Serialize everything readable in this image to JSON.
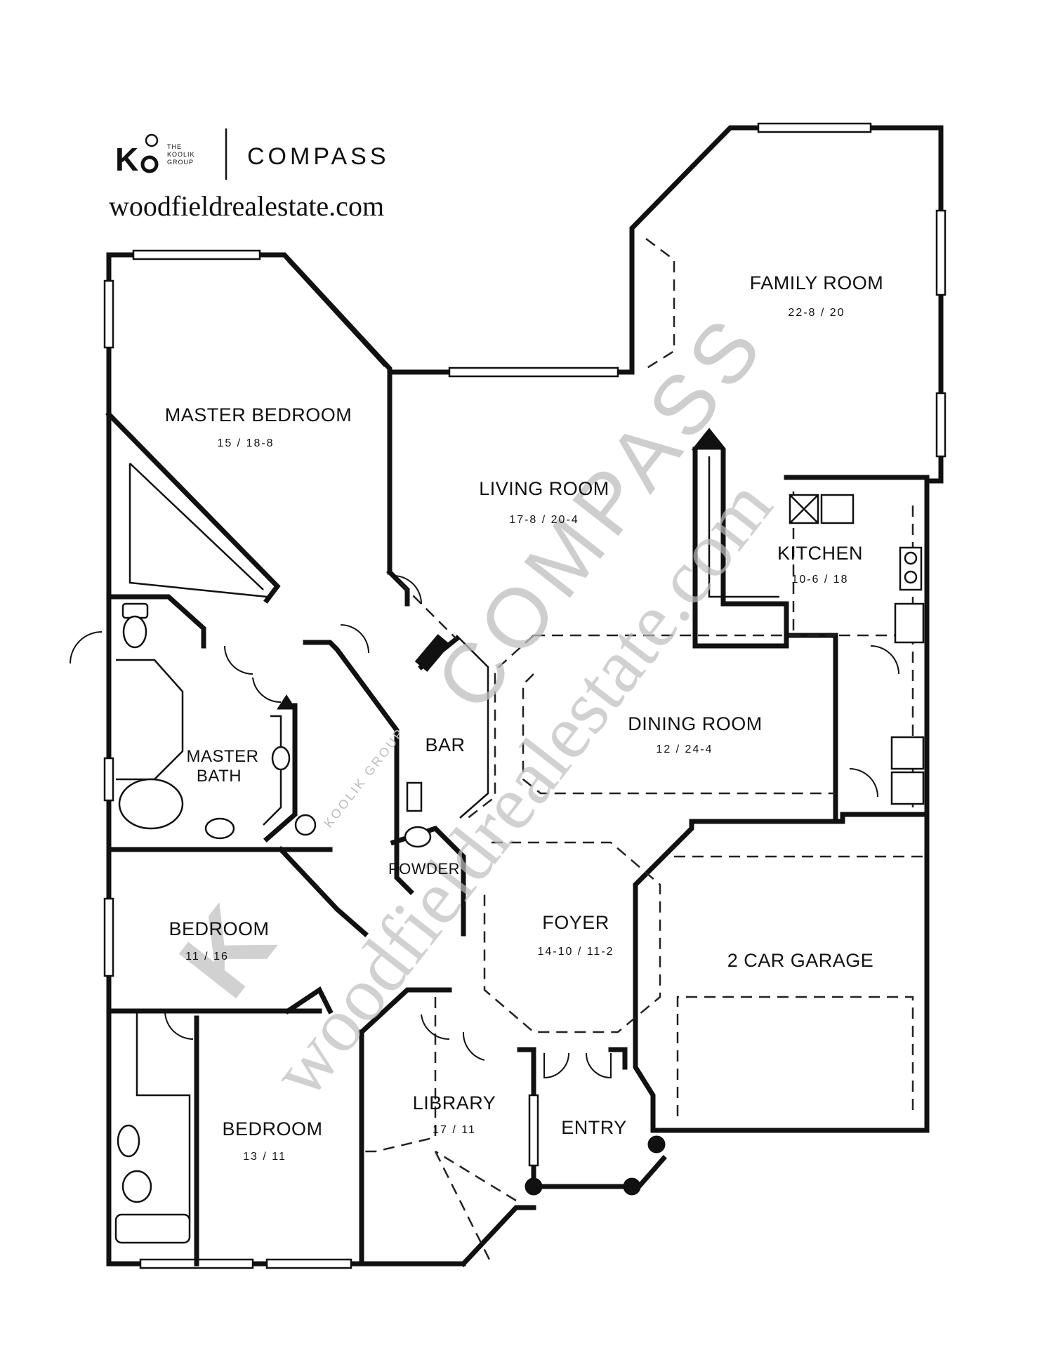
{
  "branding": {
    "logo_k": "K",
    "logo_lines": [
      "THE",
      "KOOLIK",
      "GROUP"
    ],
    "compass": "COMPASS",
    "website": "woodfieldrealestate.com"
  },
  "watermark": {
    "compass": "COMPASS",
    "website": "woodfieldrealestate.com",
    "logo_k": "K",
    "logo_text": "KOOLIK GROUP"
  },
  "rooms": {
    "family_room": {
      "name": "FAMILY ROOM",
      "dim": "22-8 / 20"
    },
    "master_bedroom": {
      "name": "MASTER BEDROOM",
      "dim": "15 / 18-8"
    },
    "living_room": {
      "name": "LIVING ROOM",
      "dim": "17-8 / 20-4"
    },
    "kitchen": {
      "name": "KITCHEN",
      "dim": "10-6 / 18"
    },
    "master_bath": {
      "name_line1": "MASTER",
      "name_line2": "BATH"
    },
    "bar": {
      "name": "BAR"
    },
    "dining_room": {
      "name": "DINING ROOM",
      "dim": "12 / 24-4"
    },
    "powder": {
      "name": "POWDER"
    },
    "foyer": {
      "name": "FOYER",
      "dim": "14-10 / 11-2"
    },
    "bedroom_1": {
      "name": "BEDROOM",
      "dim": "11 / 16"
    },
    "garage": {
      "name": "2 CAR GARAGE"
    },
    "library": {
      "name": "LIBRARY",
      "dim": "17 / 11"
    },
    "bedroom_2": {
      "name": "BEDROOM",
      "dim": "13 / 11"
    },
    "entry": {
      "name": "ENTRY"
    }
  }
}
